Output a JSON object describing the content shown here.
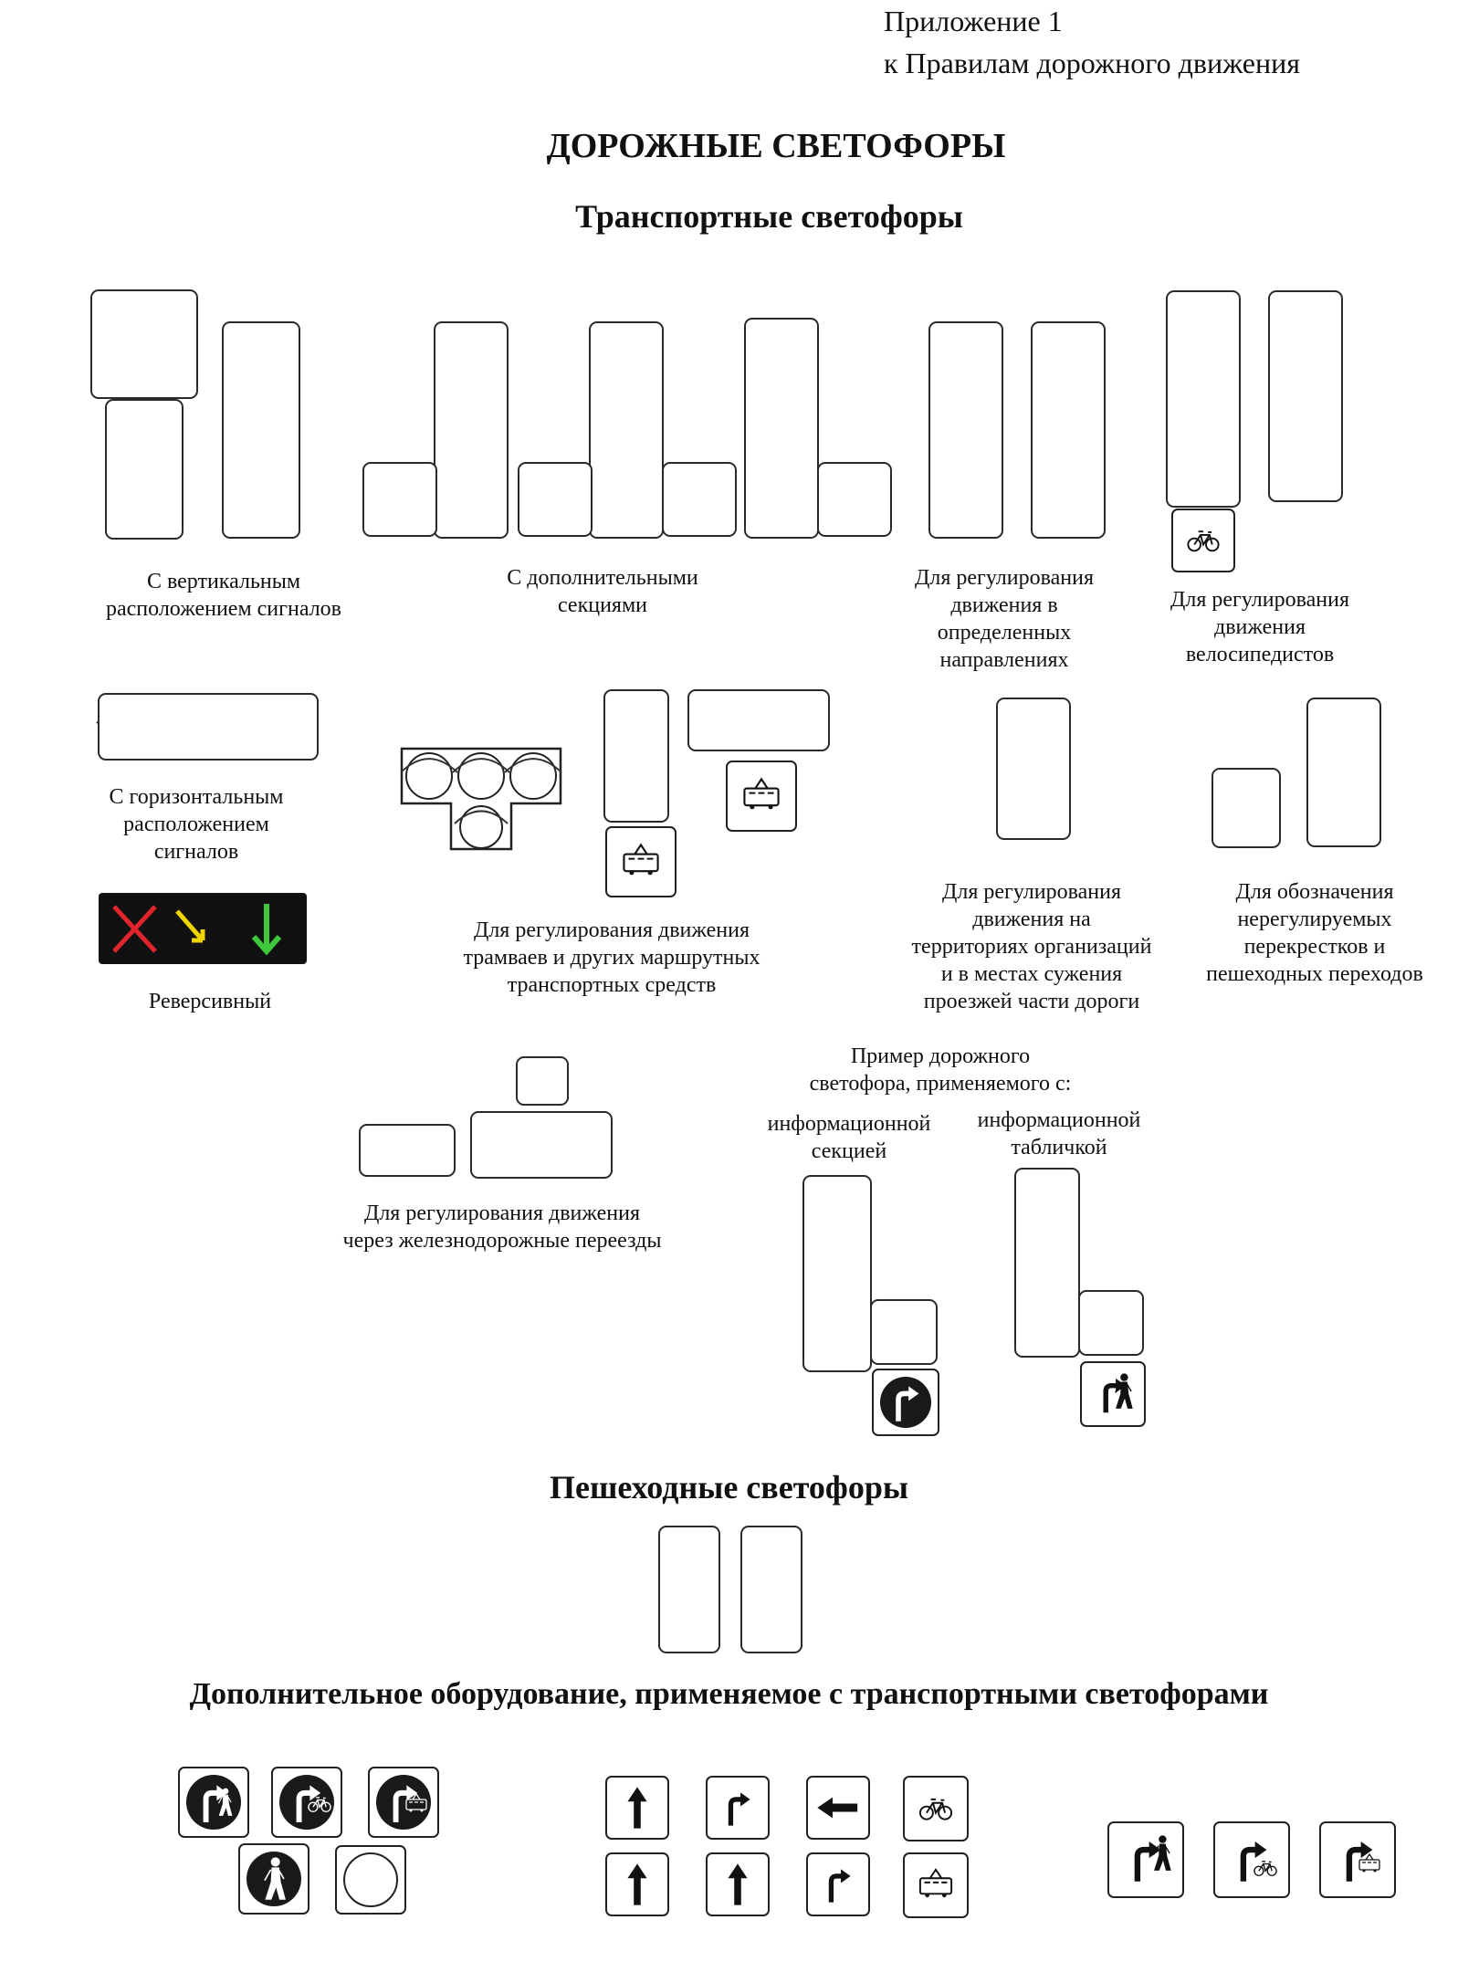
{
  "header": {
    "line1": "Приложение 1",
    "line2": "к Правилам дорожного движения"
  },
  "title": "ДОРОЖНЫЕ СВЕТОФОРЫ",
  "sections": {
    "transport": "Транспортные светофоры",
    "pedestrian": "Пешеходные светофоры",
    "equipment": "Дополнительное оборудование, применяемое с транспортными светофорами"
  },
  "captions": {
    "vertical": [
      "С вертикальным",
      "расположением сигналов"
    ],
    "additional": [
      "С дополнительными",
      "секциями"
    ],
    "directions": [
      "Для регулирования",
      "движения в",
      "определенных",
      "направлениях"
    ],
    "cyclists": [
      "Для регулирования",
      "движения",
      "велосипедистов"
    ],
    "horizontal": [
      "С горизонтальным",
      "расположением",
      "сигналов"
    ],
    "reversible": "Реверсивный",
    "trams": [
      "Для регулирования движения",
      "трамваев и других маршрутных",
      "транспортных средств"
    ],
    "territories": [
      "Для регулирования",
      "движения на",
      "территориях организаций",
      "и в местах сужения",
      "проезжей части дороги"
    ],
    "unregulated": [
      "Для обозначения",
      "нерегулируемых",
      "перекрестков и",
      "пешеходных переходов"
    ],
    "railway": [
      "Для регулирования движения",
      "через железнодорожные переезды"
    ],
    "example": [
      "Пример дорожного",
      "светофора, применяемого с:"
    ],
    "info_section": [
      "информационной",
      "секцией"
    ],
    "info_plate": [
      "информационной",
      "табличкой"
    ]
  },
  "colors": {
    "red": "#f26070",
    "yellow": "#f4f000",
    "green": "#6ccc4e",
    "dark": "#1a1a1a",
    "outline": "#2a2a2a",
    "cross": "#e0242c",
    "diag": "#f0d400",
    "down": "#3ec63c"
  }
}
